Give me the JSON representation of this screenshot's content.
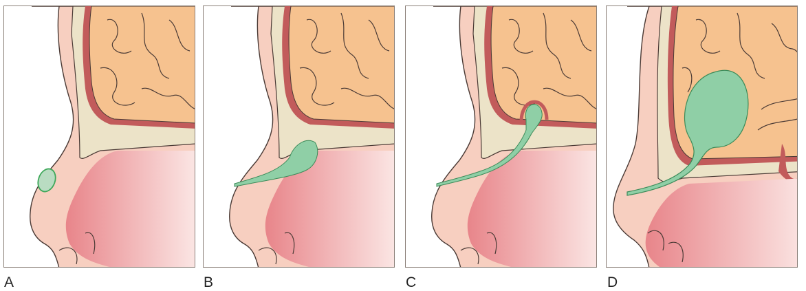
{
  "panels": [
    {
      "label": "A"
    },
    {
      "label": "B"
    },
    {
      "label": "C"
    },
    {
      "label": "D"
    }
  ],
  "colors": {
    "skin": "#f7cfc0",
    "bone": "#ece3c8",
    "dura": "#c25b5b",
    "brain": "#f6c28f",
    "cavity": "#e68a8a",
    "cyst": "#8fcfa6",
    "outline": "#4a3a35"
  }
}
